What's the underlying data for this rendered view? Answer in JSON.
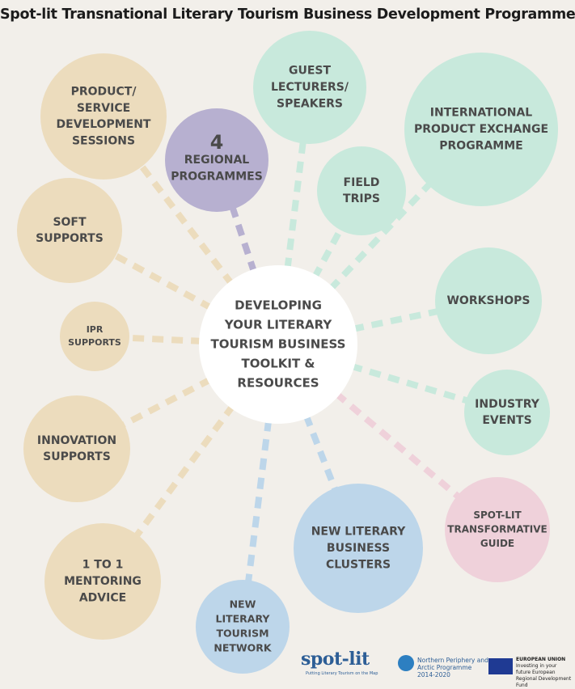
{
  "title": "Spot-lit Transnational Literary Tourism Business Development Programme",
  "center": "DEVELOPING YOUR LITERARY TOURISM BUSINESS TOOLKIT & RESOURCES",
  "palette": {
    "tan": "#ecdcbd",
    "purple": "#b7b0d0",
    "mint": "#c8e9dc",
    "blue": "#bdd6ea",
    "pink": "#efd1da",
    "center": "#ffffff",
    "text": "#4a4a4a"
  },
  "nodes": [
    {
      "id": "product-service",
      "lines": [
        "PRODUCT/",
        "SERVICE",
        "DEVELOPMENT",
        "SESSIONS"
      ],
      "color": "tan"
    },
    {
      "id": "regional-programmes",
      "lines": [
        "4",
        "REGIONAL",
        "PROGRAMMES"
      ],
      "color": "purple"
    },
    {
      "id": "guest-lecturers",
      "lines": [
        "GUEST",
        "LECTURERS/",
        "SPEAKERS"
      ],
      "color": "mint"
    },
    {
      "id": "international-exchange",
      "lines": [
        "INTERNATIONAL",
        "PRODUCT EXCHANGE",
        "PROGRAMME"
      ],
      "color": "mint"
    },
    {
      "id": "field-trips",
      "lines": [
        "FIELD",
        "TRIPS"
      ],
      "color": "mint"
    },
    {
      "id": "soft-supports",
      "lines": [
        "SOFT",
        "SUPPORTS"
      ],
      "color": "tan"
    },
    {
      "id": "workshops",
      "lines": [
        "WORKSHOPS"
      ],
      "color": "mint"
    },
    {
      "id": "ipr-supports",
      "lines": [
        "IPR",
        "SUPPORTS"
      ],
      "color": "tan"
    },
    {
      "id": "industry-events",
      "lines": [
        "INDUSTRY",
        "EVENTS"
      ],
      "color": "mint"
    },
    {
      "id": "innovation-supports",
      "lines": [
        "INNOVATION",
        "SUPPORTS"
      ],
      "color": "tan"
    },
    {
      "id": "transformative-guide",
      "lines": [
        "SPOT-LIT",
        "TRANSFORMATIVE",
        "GUIDE"
      ],
      "color": "pink"
    },
    {
      "id": "business-clusters",
      "lines": [
        "NEW LITERARY",
        "BUSINESS",
        "CLUSTERS"
      ],
      "color": "blue"
    },
    {
      "id": "mentoring-advice",
      "lines": [
        "1 TO 1",
        "MENTORING",
        "ADVICE"
      ],
      "color": "tan"
    },
    {
      "id": "tourism-network",
      "lines": [
        "NEW",
        "LITERARY",
        "TOURISM",
        "NETWORK"
      ],
      "color": "blue"
    }
  ],
  "footer": {
    "spotlit_logo": "spot-lit",
    "spotlit_tagline": "Putting Literary Tourism on the Map",
    "npa_logo": "Northern Periphery and Arctic Programme",
    "npa_years": "2014-2020",
    "eu_logo": "EUROPEAN UNION",
    "eu_tagline": "Investing in your future European Regional Development Fund"
  }
}
